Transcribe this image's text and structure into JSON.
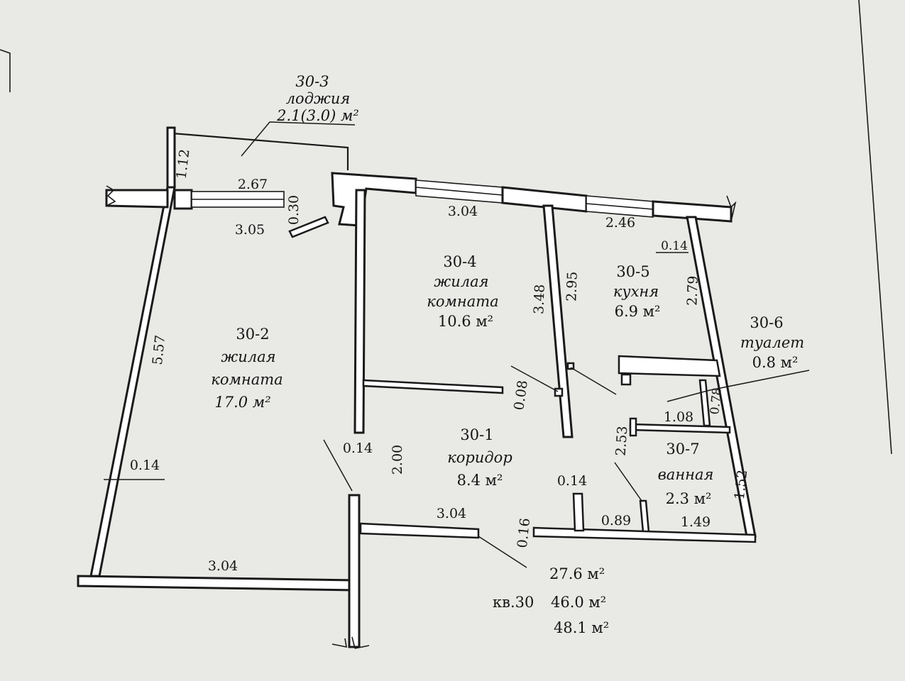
{
  "colors": {
    "paper": "#e9e9e6",
    "ink": "#1a1a1a"
  },
  "rooms": {
    "r30_3": {
      "id": "30-3",
      "name": "лоджия",
      "area": "2.1(3.0) м²"
    },
    "r30_4": {
      "id": "30-4",
      "name1": "жилая",
      "name2": "комната",
      "area": "10.6 м²"
    },
    "r30_5": {
      "id": "30-5",
      "name": "кухня",
      "area": "6.9 м²"
    },
    "r30_6": {
      "id": "30-6",
      "name": "туалет",
      "area": "0.8 м²"
    },
    "r30_2": {
      "id": "30-2",
      "name1": "жилая",
      "name2": "комната",
      "area": "17.0 м²"
    },
    "r30_1": {
      "id": "30-1",
      "name": "коридор",
      "area": "8.4 м²"
    },
    "r30_7": {
      "id": "30-7",
      "name": "ванная",
      "area": "2.3 м²"
    }
  },
  "dims": {
    "d_1_12": "1.12",
    "d_2_67": "2.67",
    "d_0_30": "0.30",
    "d_3_05": "3.05",
    "d_3_04_top": "3.04",
    "d_2_46": "2.46",
    "d_0_14_kitchen": "0.14",
    "d_3_48": "3.48",
    "d_2_95": "2.95",
    "d_2_79": "2.79",
    "d_5_57": "5.57",
    "d_0_08": "0.08",
    "d_0_78": "0.78",
    "d_1_08": "1.08",
    "d_2_53": "2.53",
    "d_0_14_left": "0.14",
    "d_0_14_mid": "0.14",
    "d_2_00": "2.00",
    "d_0_14_bath": "0.14",
    "d_1_52": "1.52",
    "d_3_04_mid": "3.04",
    "d_0_16": "0.16",
    "d_0_89": "0.89",
    "d_1_49": "1.49",
    "d_3_04_bottom": "3.04"
  },
  "totals": {
    "living": "27.6 м²",
    "apt_label": "кв.30",
    "total": "46.0 м²",
    "total_with_loggia": "48.1 м²"
  }
}
